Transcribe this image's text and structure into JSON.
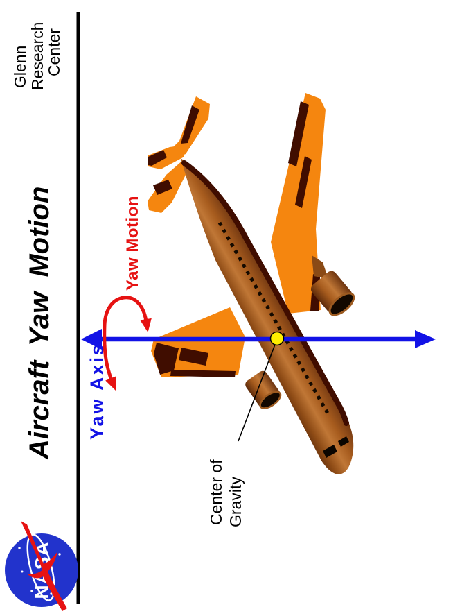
{
  "page": {
    "background": "#ffffff"
  },
  "header": {
    "org": {
      "line1": "Glenn",
      "line2": "Research",
      "line3": "Center"
    },
    "title": "Aircraft Yaw Motion"
  },
  "diagram": {
    "yaw_motion_label": "Yaw Motion",
    "yaw_axis_label": "Yaw Axis",
    "cg_label_line1": "Center of",
    "cg_label_line2": "Gravity"
  },
  "logo": {
    "text": "NASA"
  },
  "colors": {
    "rule_black": "#000000",
    "axis_blue": "#1212e6",
    "motion_red": "#e61212",
    "cg_yellow": "#ffee00",
    "aircraft_orange": "#f5860f",
    "stripe_maroon": "#400d00",
    "fuselage_brown": "#a75c1e",
    "nasa_blue": "#2233cc"
  }
}
